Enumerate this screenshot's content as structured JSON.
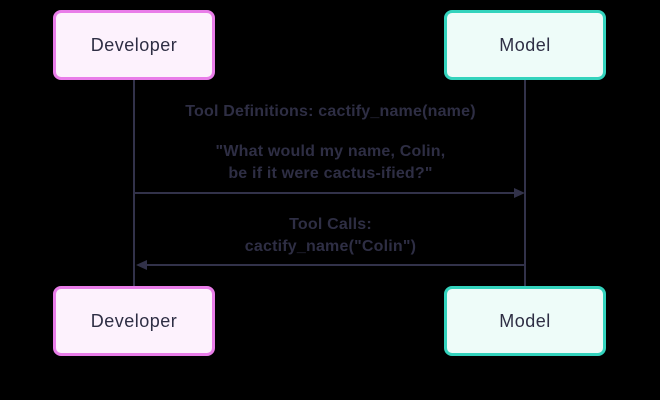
{
  "diagram": {
    "type": "sequence-diagram",
    "background_color": "#000000",
    "stroke_color": "#32324a",
    "text_color": "#2e2e44",
    "actors": {
      "developer": {
        "label": "Developer",
        "border_color": "#e97de9",
        "fill_color": "#fdf2fd"
      },
      "model": {
        "label": "Model",
        "border_color": "#33d3bd",
        "fill_color": "#eefcf9"
      }
    },
    "messages": [
      {
        "from": "Developer",
        "to": "Model",
        "direction": "right",
        "lines": [
          "Tool Definitions: cactify_name(name)",
          "\"What would my name, Colin,",
          "be if it were cactus-ified?\""
        ]
      },
      {
        "from": "Model",
        "to": "Developer",
        "direction": "left",
        "lines": [
          "Tool Calls:",
          "cactify_name(\"Colin\")"
        ]
      }
    ]
  }
}
